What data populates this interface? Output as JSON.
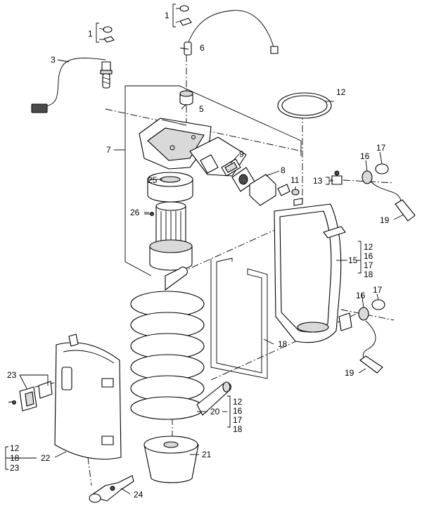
{
  "callouts": {
    "c1a": "1",
    "c1b": "1",
    "c3": "3",
    "c5": "5",
    "c6": "6",
    "c7": "7",
    "c8": "8",
    "c9": "9",
    "c11": "11",
    "c12": "12",
    "c13": "13",
    "c16a": "16",
    "c17a": "17",
    "c16b": "16",
    "c17b": "17",
    "c18": "18",
    "c19a": "19",
    "c19b": "19",
    "c21": "21",
    "c22": "22",
    "c23": "23",
    "c24": "24",
    "c25": "25",
    "c26": "26",
    "c15": "15",
    "c20": "20"
  },
  "kits": {
    "kit15": [
      "12",
      "16",
      "17",
      "18"
    ],
    "kit20": [
      "12",
      "16",
      "17",
      "18"
    ],
    "kit22": [
      "12",
      "18",
      "23"
    ]
  }
}
